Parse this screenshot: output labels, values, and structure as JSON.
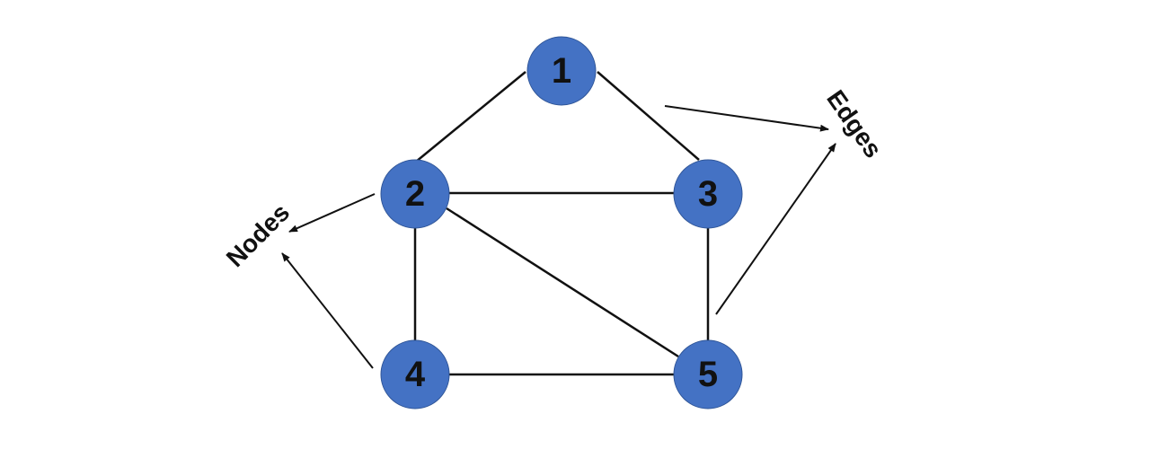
{
  "graph": {
    "nodes": [
      {
        "id": "1",
        "label": "1"
      },
      {
        "id": "2",
        "label": "2"
      },
      {
        "id": "3",
        "label": "3"
      },
      {
        "id": "4",
        "label": "4"
      },
      {
        "id": "5",
        "label": "5"
      }
    ],
    "edges": [
      {
        "from": "1",
        "to": "2"
      },
      {
        "from": "1",
        "to": "3"
      },
      {
        "from": "2",
        "to": "3"
      },
      {
        "from": "2",
        "to": "4"
      },
      {
        "from": "2",
        "to": "5"
      },
      {
        "from": "3",
        "to": "5"
      },
      {
        "from": "4",
        "to": "5"
      }
    ]
  },
  "callouts": {
    "nodes_label": "Nodes",
    "edges_label": "Edges"
  },
  "colors": {
    "node_fill": "#4472c4",
    "node_stroke": "#2f5597",
    "line": "#111111",
    "background": "#ffffff"
  }
}
